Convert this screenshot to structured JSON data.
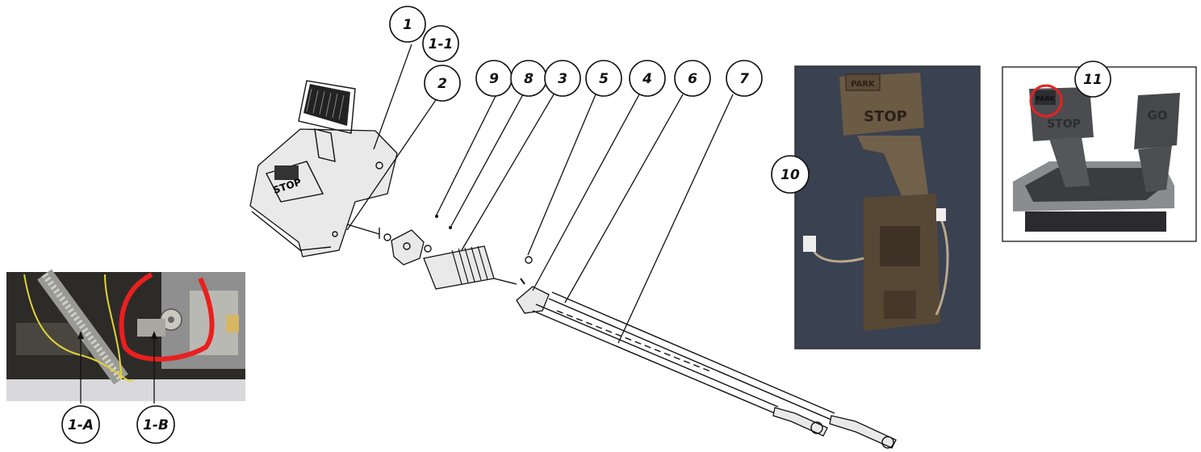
{
  "callouts": {
    "c1": "1",
    "c1_1": "1-1",
    "c2": "2",
    "c9": "9",
    "c8": "8",
    "c3": "3",
    "c5": "5",
    "c4": "4",
    "c6": "6",
    "c7": "7",
    "c10": "10",
    "c11": "11",
    "c1a": "1-A",
    "c1b": "1-B"
  },
  "photo_labels": {
    "stop": "STOP",
    "park": "PARK",
    "go": "GO"
  },
  "colors": {
    "highlight_red": "#e8201f",
    "photo_carpet": "#3a4150",
    "pedal_tan": "#6b5a44",
    "underbody_dark": "#2d2b28"
  }
}
